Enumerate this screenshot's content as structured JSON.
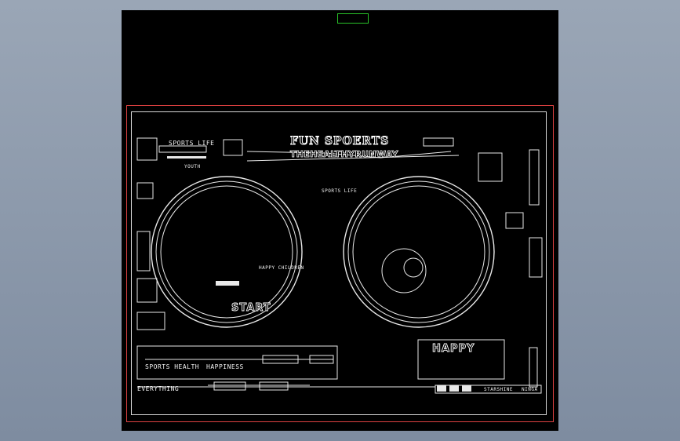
{
  "window": {
    "tag_label": "",
    "background_color": "#8f9cae",
    "viewport_color": "#000000",
    "frame_color": "#e14242"
  },
  "drawing": {
    "title": "FUN SPOERTS",
    "subtitle": "THEHEALTHYRUNWAY",
    "sports_life_top": "SPORTS LIFE",
    "sports_life_mid": "SPORTS LIFE",
    "youth": "YOUTH",
    "happy_children": "HAPPY CHILDREN",
    "start": "START",
    "sports_health": "SPORTS HEALTH",
    "happiness": "HAPPINESS",
    "everything": "EVERYTHING",
    "happy_panel": "HAPPY",
    "corner_label_a": "STARSHINE",
    "corner_label_b": "NINGA"
  }
}
